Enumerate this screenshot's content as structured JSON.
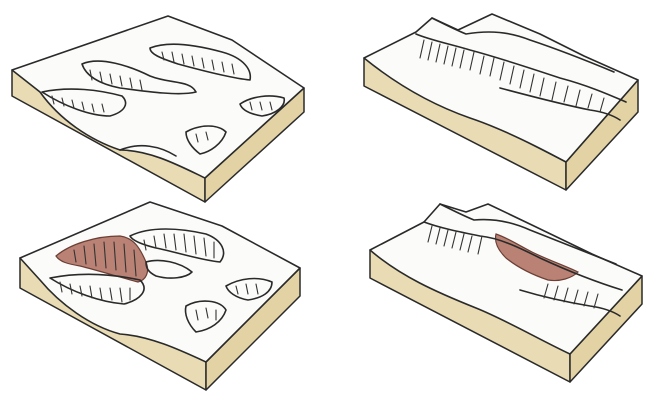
{
  "figure": {
    "panels": [
      {
        "id": "top-left",
        "highlight": false
      },
      {
        "id": "top-right",
        "highlight": false
      },
      {
        "id": "bottom-left",
        "highlight": true
      },
      {
        "id": "bottom-right",
        "highlight": true
      }
    ]
  },
  "colors": {
    "background": "#ffffff",
    "terrain_surface": "#fbfbf9",
    "soil_side": "#e9dcb4",
    "highlight_slope": "#b98274",
    "ink": "#2a2a2a"
  }
}
